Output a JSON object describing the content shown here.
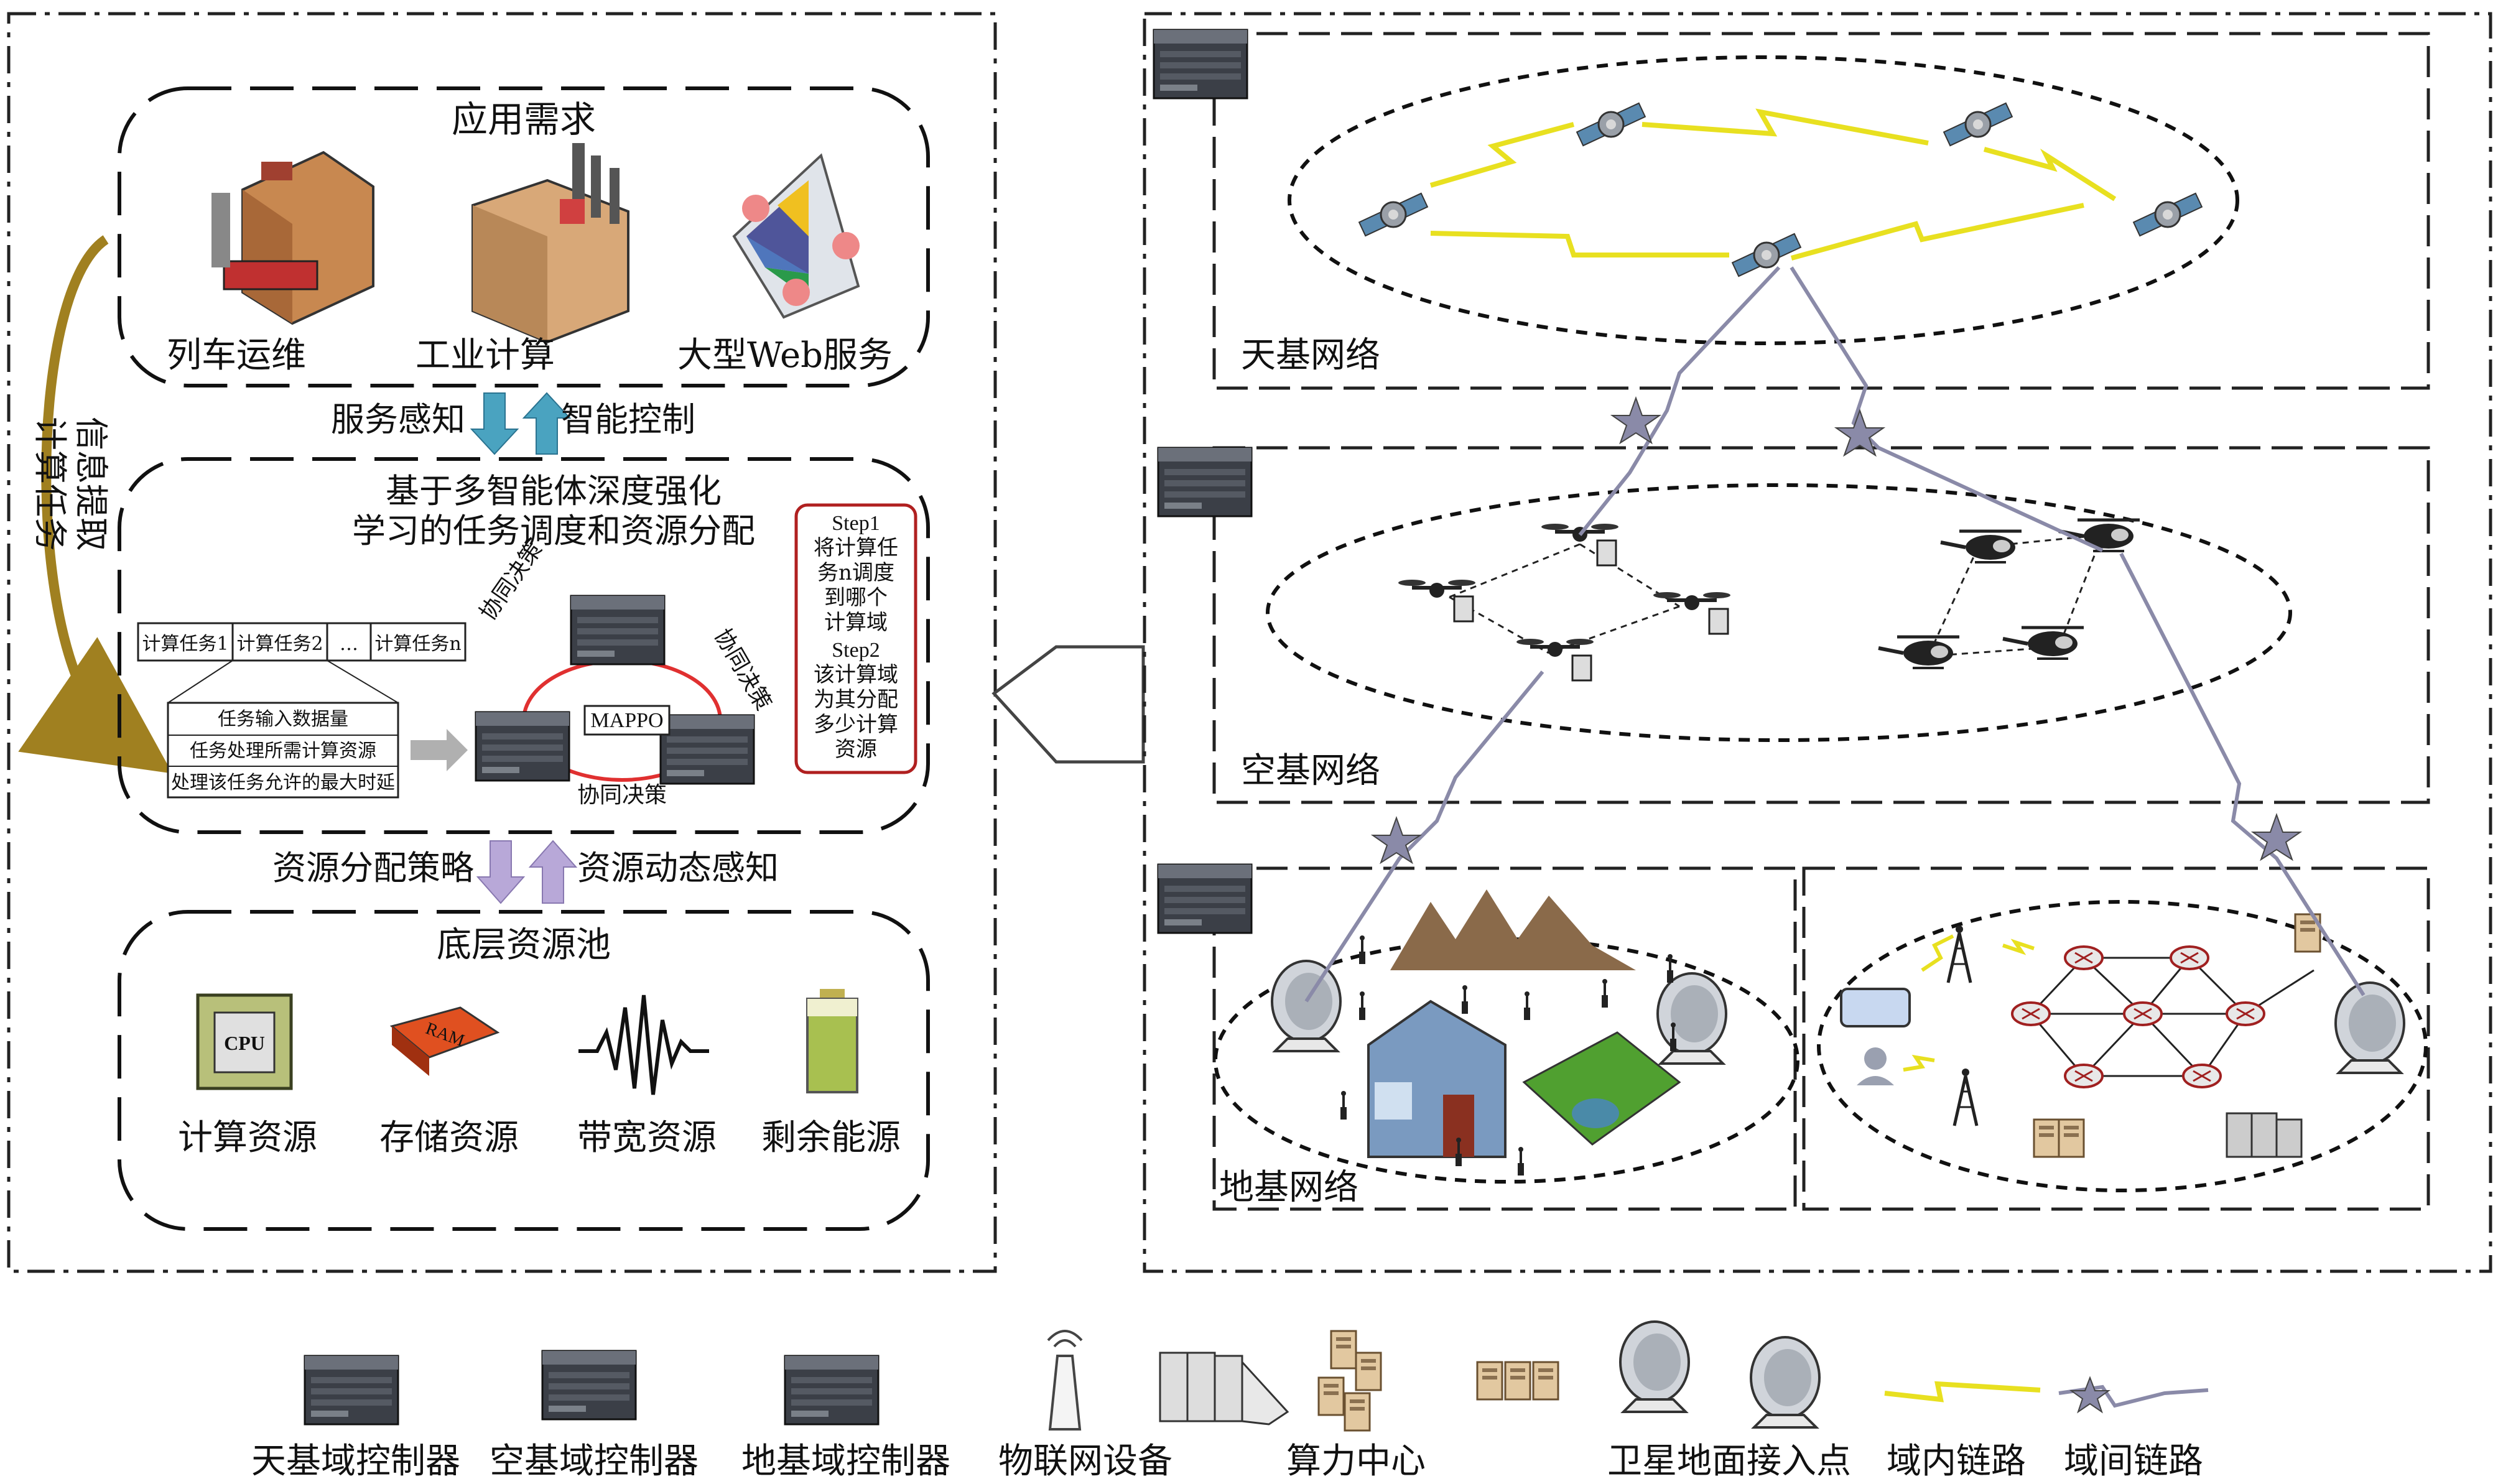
{
  "left_panel": {
    "app_demand": {
      "title": "应用需求",
      "items": [
        "列车运维",
        "工业计算",
        "大型Web服务"
      ]
    },
    "arrow_up_label": "服务感知",
    "arrow_down_label": "智能控制",
    "side_label": [
      "计算任务",
      "信息提取"
    ],
    "scheduling": {
      "title_line1": "基于多智能体深度强化",
      "title_line2": "学习的任务调度和资源分配",
      "tasks": [
        "计算任务1",
        "计算任务2",
        "…",
        "计算任务n"
      ],
      "task_info": [
        "任务输入数据量",
        "任务处理所需计算资源",
        "处理该任务允许的最大时延"
      ],
      "center_label": "MAPPO",
      "coop_labels": [
        "协同决策",
        "协同决策",
        "协同决策"
      ],
      "steps": [
        "Step1",
        "将计算任",
        "务n调度",
        "到哪个",
        "计算域",
        "Step2",
        "该计算域",
        "为其分配",
        "多少计算",
        "资源"
      ]
    },
    "arrow_alloc_label": "资源分配策略",
    "arrow_sense_label": "资源动态感知",
    "resource_pool": {
      "title": "底层资源池",
      "items": [
        "计算资源",
        "存储资源",
        "带宽资源",
        "剩余能源"
      ],
      "cpu_text": "CPU",
      "ram_text": "RAM"
    }
  },
  "right_panel": {
    "space_label": "天基网络",
    "air_label": "空基网络",
    "ground_label": "地基网络"
  },
  "legend": {
    "items": [
      "天基域控制器",
      "空基域控制器",
      "地基域控制器",
      "物联网设备",
      "算力中心",
      "卫星地面接入点",
      "域内链路",
      "域间链路"
    ]
  },
  "colors": {
    "intra_link": "#e8e020",
    "inter_link": "#8a8aa8",
    "red_ring": "#e03030",
    "arrow_blue": "#4aa3c0",
    "arrow_purple": "#b8a8d8",
    "curve_brown": "#a08020"
  }
}
